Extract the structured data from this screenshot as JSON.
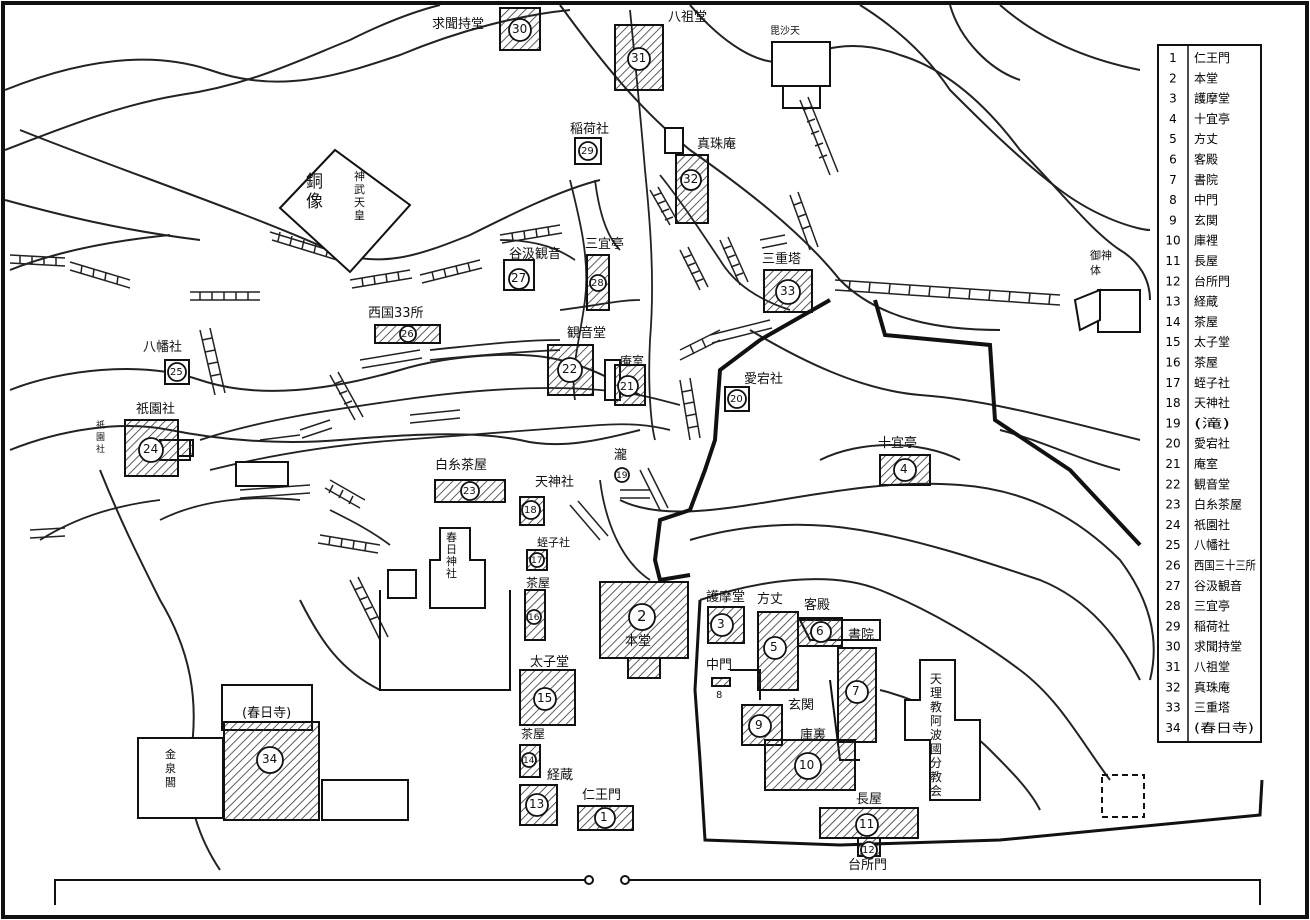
{
  "map": {
    "inline_labels": {
      "l30": "求聞持堂",
      "l31": "八祖堂",
      "lbishamon": "毘沙天",
      "l29": "稲荷社",
      "l32": "真珠庵",
      "l28": "三宜亭",
      "l27": "谷汲観音",
      "l33": "三重塔",
      "lgoshintai": "御神体",
      "l26": "西国33所",
      "l25": "八幡社",
      "l22": "観音堂",
      "l21": "庵室",
      "l20": "愛宕社",
      "l24": "祇園社",
      "lgion_small": "祇園社",
      "l4": "十宜亭",
      "lfalls": "瀧",
      "l23": "白糸茶屋",
      "l19": "天神社",
      "l18": "蛭子社",
      "l17": "茶屋",
      "lkasuga_shrine": "春日神社",
      "l3": "護摩堂",
      "l5": "方丈",
      "l6": "客殿",
      "l2": "本堂",
      "l7": "書院",
      "l8": "中門",
      "l16": "太子堂",
      "l9": "玄関",
      "lkindergarten": "天理教阿波國分教会",
      "l34": "(春日寺)",
      "l10": "庫裏",
      "l15": "茶屋",
      "l14": "経蔵",
      "l1": "仁王門",
      "lkinkaku": "金泉閣",
      "l11": "長屋",
      "l12": "台所門",
      "lstatue": "銅像",
      "lstatue_name": "神武天皇"
    },
    "markers": {
      "m1": "1",
      "m2": "2",
      "m3": "3",
      "m4": "4",
      "m5": "5",
      "m6": "6",
      "m7": "7",
      "m8": "8",
      "m9": "9",
      "m10": "10",
      "m11": "11",
      "m12": "12",
      "m13": "13",
      "m14": "14",
      "m15": "15",
      "m16": "16",
      "m17": "17",
      "m18": "18",
      "m19": "19",
      "m20": "20",
      "m21": "21",
      "m22": "22",
      "m23": "23",
      "m24": "24",
      "m25": "25",
      "m26": "26",
      "m27": "27",
      "m28": "28",
      "m29": "29",
      "m30": "30",
      "m31": "31",
      "m32": "32",
      "m33": "33",
      "m34": "34"
    },
    "legend": [
      {
        "num": "1",
        "name": "仁王門"
      },
      {
        "num": "2",
        "name": "本堂"
      },
      {
        "num": "3",
        "name": "護摩堂"
      },
      {
        "num": "4",
        "name": "十宜亭"
      },
      {
        "num": "5",
        "name": "方丈"
      },
      {
        "num": "6",
        "name": "客殿"
      },
      {
        "num": "7",
        "name": "書院"
      },
      {
        "num": "8",
        "name": "中門"
      },
      {
        "num": "9",
        "name": "玄関"
      },
      {
        "num": "10",
        "name": "庫裡"
      },
      {
        "num": "11",
        "name": "長屋"
      },
      {
        "num": "12",
        "name": "台所門"
      },
      {
        "num": "13",
        "name": "経蔵"
      },
      {
        "num": "14",
        "name": "茶屋"
      },
      {
        "num": "15",
        "name": "太子堂"
      },
      {
        "num": "16",
        "name": "茶屋"
      },
      {
        "num": "17",
        "name": "蛭子社"
      },
      {
        "num": "18",
        "name": "天神社"
      },
      {
        "num": "19",
        "name": "(滝)"
      },
      {
        "num": "20",
        "name": "愛宕社"
      },
      {
        "num": "21",
        "name": "庵室"
      },
      {
        "num": "22",
        "name": "観音堂"
      },
      {
        "num": "23",
        "name": "白糸茶屋"
      },
      {
        "num": "24",
        "name": "祇園社"
      },
      {
        "num": "25",
        "name": "八幡社"
      },
      {
        "num": "26",
        "name": "西国三十三所"
      },
      {
        "num": "27",
        "name": "谷汲観音"
      },
      {
        "num": "28",
        "name": "三宜亭"
      },
      {
        "num": "29",
        "name": "稲荷社"
      },
      {
        "num": "30",
        "name": "求聞持堂"
      },
      {
        "num": "31",
        "name": "八祖堂"
      },
      {
        "num": "32",
        "name": "真珠庵"
      },
      {
        "num": "33",
        "name": "三重塔"
      },
      {
        "num": "34",
        "name": "(春日寺)"
      }
    ]
  }
}
